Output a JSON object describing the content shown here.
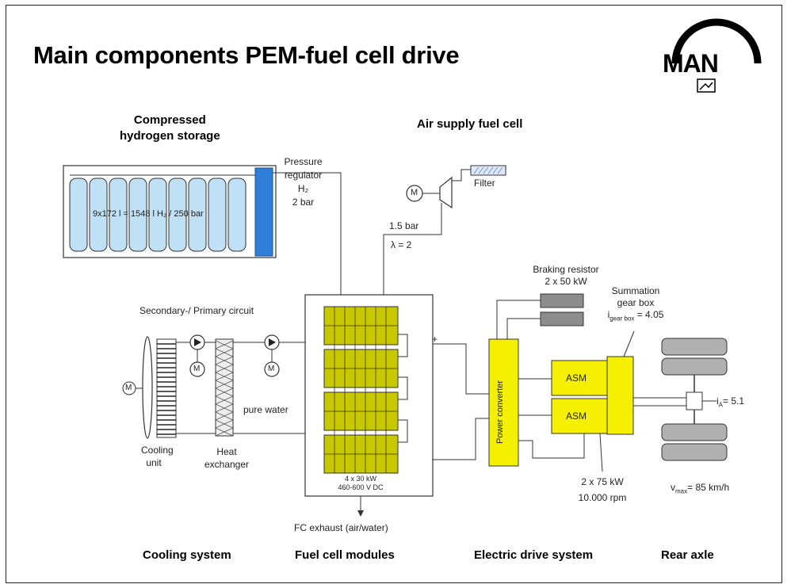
{
  "slide": {
    "title": "Main components PEM-fuel cell drive"
  },
  "logo": {
    "text": "MAN"
  },
  "sections": {
    "storage": [
      "Compressed",
      "hydrogen storage"
    ],
    "air": "Air supply fuel cell",
    "cooling": "Cooling system",
    "modules": "Fuel cell modules",
    "drive": "Electric drive system",
    "axle": "Rear axle"
  },
  "labels": {
    "tank_spec": "9x172 l = 1548 l H₂ / 250 bar",
    "pressure_regulator": [
      "Pressure",
      "regulator",
      "H₂",
      "2 bar"
    ],
    "filter": "Filter",
    "air_pressure": "1.5 bar",
    "lambda": "λ = 2",
    "motor": "M",
    "circuit": "Secondary-/ Primary circuit",
    "pure_water": "pure water",
    "cooling_unit": [
      "Cooling",
      "unit"
    ],
    "heat_exchanger": [
      "Heat",
      "exchanger"
    ],
    "fc_spec": [
      "4 x 30 kW",
      "460-600 V DC"
    ],
    "fc_exhaust": "FC exhaust (air/water)",
    "plus": "+",
    "minus": "-",
    "braking_resistor": [
      "Braking resistor",
      "2 x 50 kW"
    ],
    "power_converter": "Power converter",
    "asm": "ASM",
    "summation_gear": [
      "Summation",
      "gear box",
      "i",
      "gear box",
      "= 4.05"
    ],
    "motor_spec": [
      "2 x 75 kW",
      "10.000 rpm"
    ],
    "axle_ratio": [
      "i",
      "A",
      "= 5.1"
    ],
    "vmax": [
      "v",
      "max",
      "= 85 km/h"
    ]
  },
  "colors": {
    "tank_fill": "#bfe0f5",
    "tank_cap": "#2f7fd8",
    "fc_cell": "#c8c800",
    "drive_yellow": "#f4f000",
    "resistor_gray": "#8c8c8c",
    "tire_gray": "#b0b0b0"
  }
}
